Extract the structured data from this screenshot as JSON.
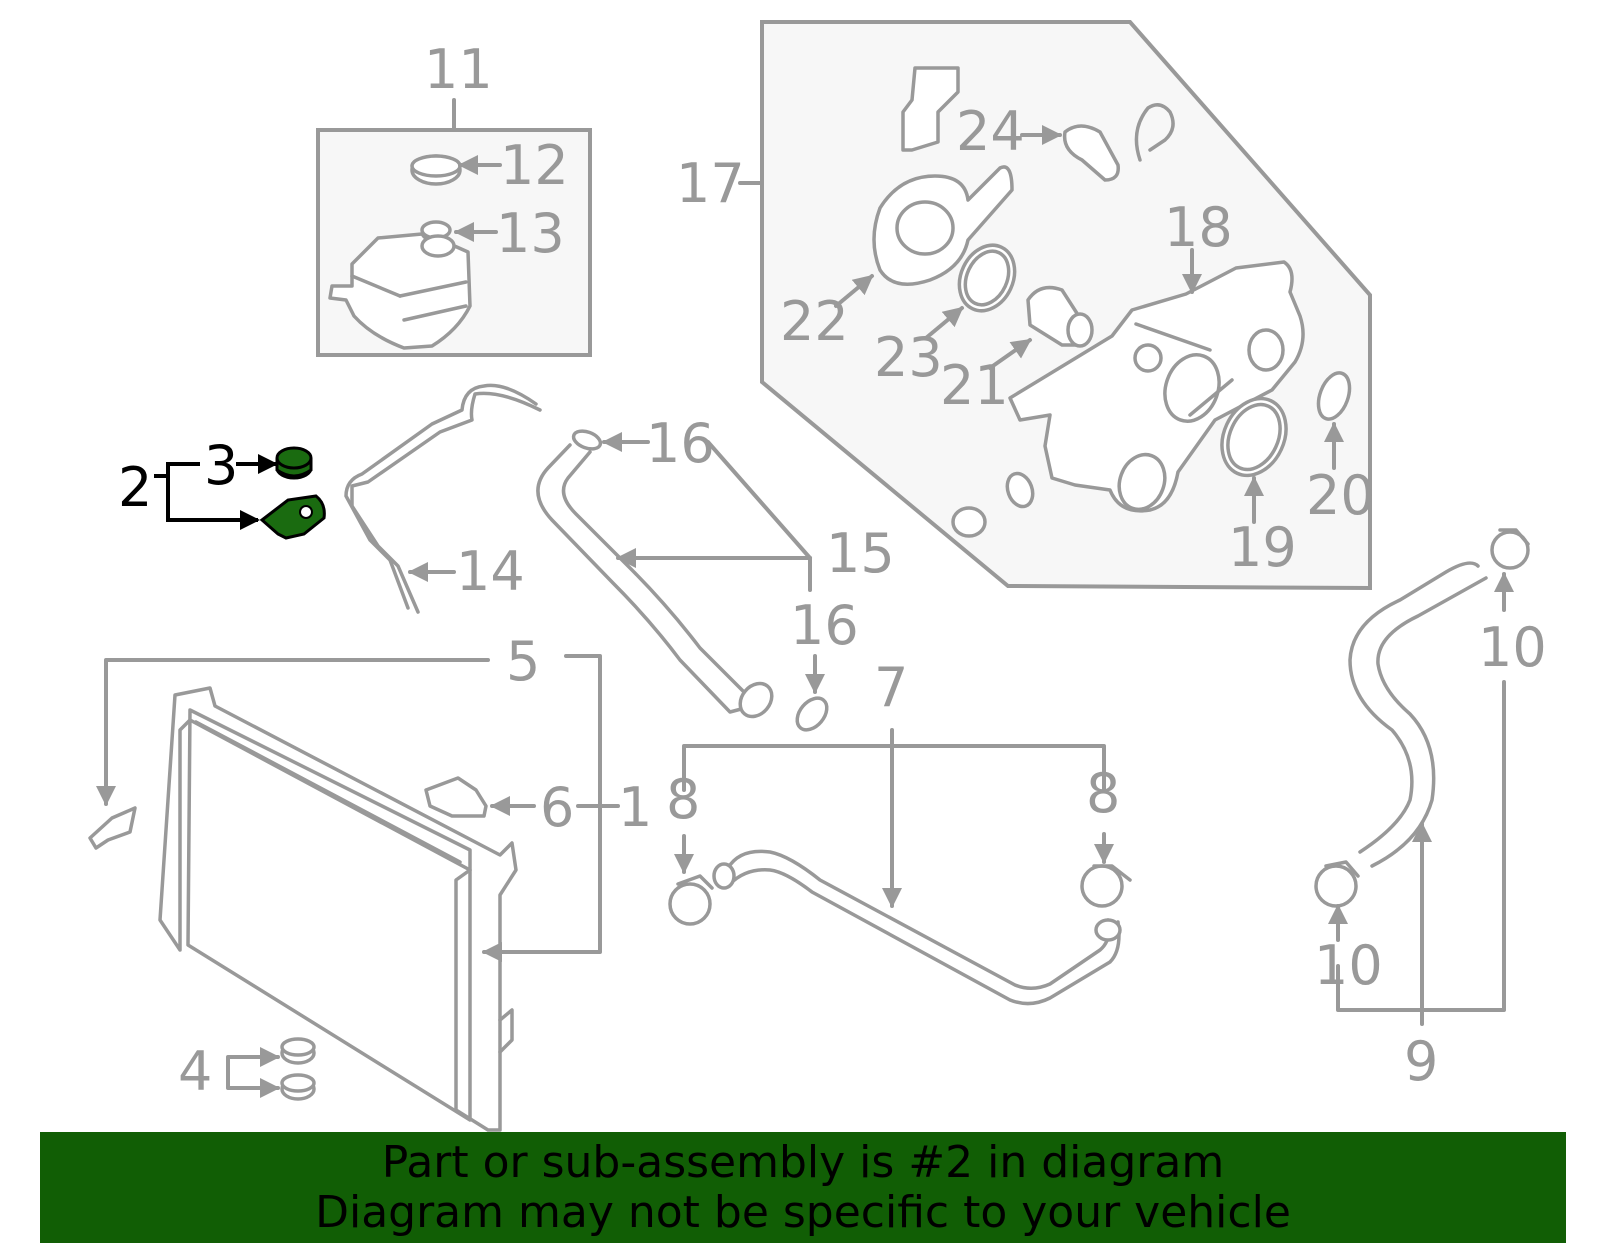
{
  "callouts": [
    {
      "id": "1",
      "text": "1"
    },
    {
      "id": "2",
      "text": "2"
    },
    {
      "id": "3",
      "text": "3"
    },
    {
      "id": "4",
      "text": "4"
    },
    {
      "id": "5",
      "text": "5"
    },
    {
      "id": "6",
      "text": "6"
    },
    {
      "id": "7",
      "text": "7"
    },
    {
      "id": "8a",
      "text": "8"
    },
    {
      "id": "8b",
      "text": "8"
    },
    {
      "id": "9",
      "text": "9"
    },
    {
      "id": "10a",
      "text": "10"
    },
    {
      "id": "10b",
      "text": "10"
    },
    {
      "id": "11",
      "text": "11"
    },
    {
      "id": "12",
      "text": "12"
    },
    {
      "id": "13",
      "text": "13"
    },
    {
      "id": "14",
      "text": "14"
    },
    {
      "id": "15",
      "text": "15"
    },
    {
      "id": "16a",
      "text": "16"
    },
    {
      "id": "16b",
      "text": "16"
    },
    {
      "id": "17",
      "text": "17"
    },
    {
      "id": "18",
      "text": "18"
    },
    {
      "id": "19",
      "text": "19"
    },
    {
      "id": "20",
      "text": "20"
    },
    {
      "id": "21",
      "text": "21"
    },
    {
      "id": "22",
      "text": "22"
    },
    {
      "id": "23",
      "text": "23"
    },
    {
      "id": "24",
      "text": "24"
    }
  ],
  "highlighted_part": "2",
  "colors": {
    "line": "#999999",
    "highlight_fill": "#1a6b10",
    "banner": "#115e05",
    "text_highlight": "#000000"
  },
  "banner": {
    "line1": "Part or sub-assembly is #2 in diagram",
    "line2": "Diagram may not be specific to your vehicle"
  }
}
